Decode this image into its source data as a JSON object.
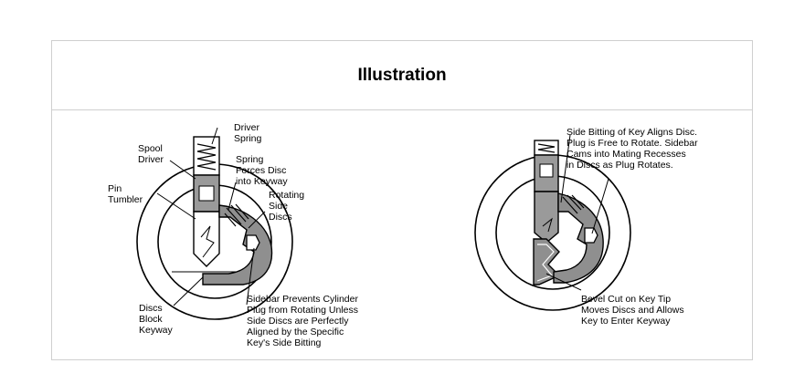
{
  "header": {
    "title": "Illustration"
  },
  "left_figure": {
    "labels": {
      "driver_spring": [
        "Driver",
        "Spring"
      ],
      "spool_driver": [
        "Spool",
        "Driver"
      ],
      "spring_forces": [
        "Spring",
        "Forces Disc",
        "into Keyway"
      ],
      "pin_tumbler": [
        "Pin",
        "Tumbler"
      ],
      "rotating_side_discs": [
        "Rotating",
        "Side",
        "Discs"
      ],
      "discs_block_keyway": [
        "Discs",
        "Block",
        "Keyway"
      ],
      "sidebar_prevents": [
        "Sidebar Prevents Cylinder",
        "Plug from Rotating Unless",
        "Side Discs are Perfectly",
        "Aligned by the Specific",
        "Key's Side Bitting"
      ]
    }
  },
  "right_figure": {
    "labels": {
      "side_bitting": [
        "Side Bitting of Key Aligns Disc.",
        "Plug is Free to Rotate.  Sidebar",
        "Cams into Mating Recesses",
        "in Discs as Plug Rotates."
      ],
      "bevel_cut": [
        "Bevel Cut on Key Tip",
        "Moves Discs and Allows",
        "Key to Enter Keyway"
      ]
    }
  }
}
